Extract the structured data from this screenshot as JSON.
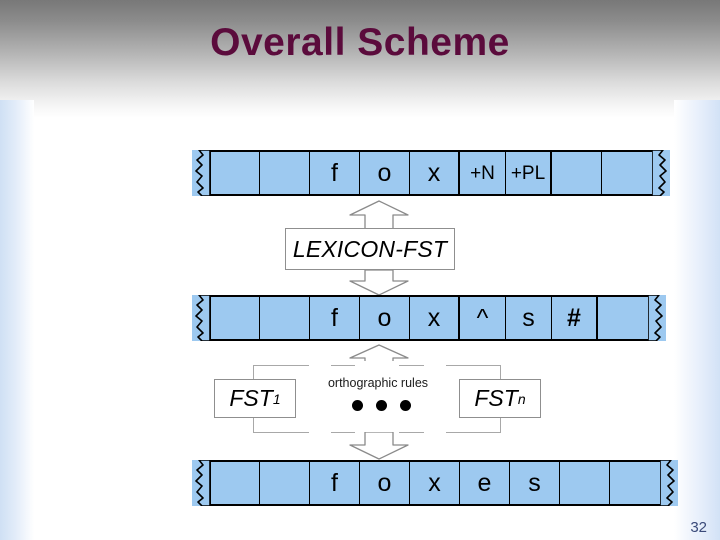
{
  "slide": {
    "title": "Overall Scheme",
    "page_number": "32",
    "title_color": "#5B0B3C",
    "tape_fill_color": "#9DC9F0",
    "box_border_color": "#8F8F8F",
    "arrow_color": "#8A8A8A"
  },
  "diagram": {
    "name": "two-level-morphology-overall-scheme",
    "tapes": [
      {
        "id": "lexical-tape",
        "label": "lexical level tape",
        "cells": [
          {
            "text": ""
          },
          {
            "text": ""
          },
          {
            "text": "f"
          },
          {
            "text": "o"
          },
          {
            "text": "x"
          },
          {
            "text": "+N"
          },
          {
            "text": "+PL"
          },
          {
            "text": ""
          },
          {
            "text": ""
          }
        ]
      },
      {
        "id": "intermediate-tape",
        "label": "intermediate level tape",
        "cells": [
          {
            "text": ""
          },
          {
            "text": ""
          },
          {
            "text": "f"
          },
          {
            "text": "o"
          },
          {
            "text": "x"
          },
          {
            "text": "^"
          },
          {
            "text": "s"
          },
          {
            "text": "#"
          },
          {
            "text": ""
          }
        ]
      },
      {
        "id": "surface-tape",
        "label": "surface level tape",
        "cells": [
          {
            "text": ""
          },
          {
            "text": ""
          },
          {
            "text": "f"
          },
          {
            "text": "o"
          },
          {
            "text": "x"
          },
          {
            "text": "e"
          },
          {
            "text": "s"
          },
          {
            "text": ""
          },
          {
            "text": ""
          }
        ]
      }
    ],
    "lexicon_box": {
      "label": "LEXICON-FST"
    },
    "rules_row": {
      "caption": "orthographic rules",
      "ellipsis_dots": 3,
      "boxes": [
        {
          "id": "fst-first",
          "base": "FST",
          "subscript": "1"
        },
        {
          "id": "fst-last",
          "base": "FST",
          "subscript": "n"
        }
      ]
    },
    "arrows": [
      {
        "id": "arrow-lexical-up",
        "direction": "up"
      },
      {
        "id": "arrow-lexicon-down",
        "direction": "down"
      },
      {
        "id": "arrow-intermediate-up",
        "direction": "up"
      },
      {
        "id": "arrow-rules-down",
        "direction": "down"
      }
    ]
  }
}
